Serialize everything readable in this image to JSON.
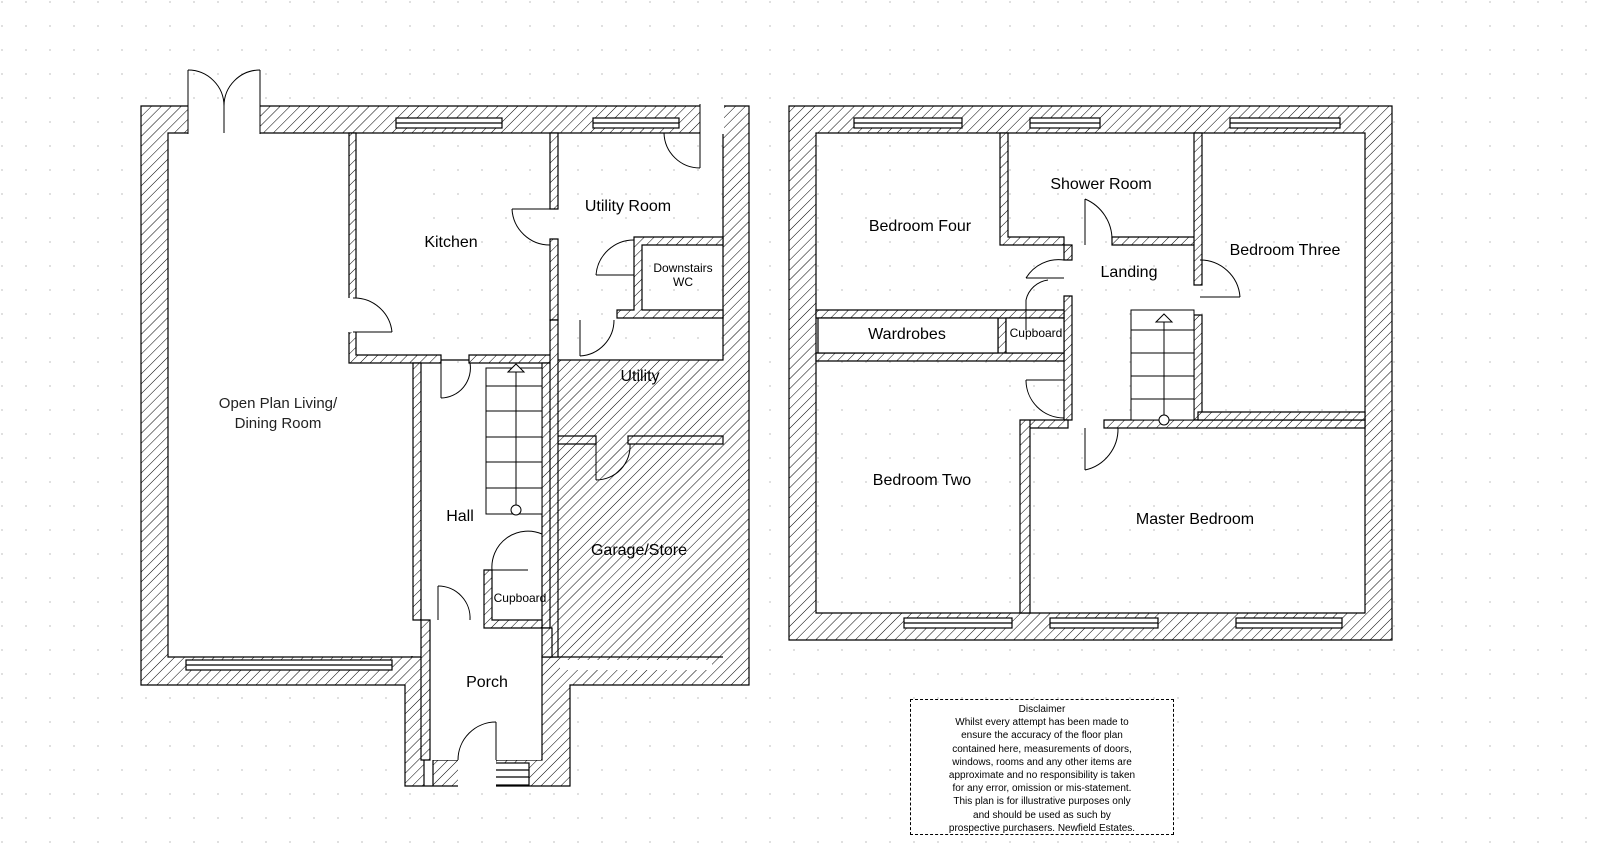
{
  "plans": {
    "ground_floor": {
      "rooms": {
        "living": [
          "Open Plan Living/",
          "Dining Room"
        ],
        "kitchen": "Kitchen",
        "utility_room": "Utility Room",
        "downstairs_wc": [
          "Downstairs",
          "WC"
        ],
        "utility": "Utility",
        "hall": "Hall",
        "cupboard": "Cupboard",
        "garage": "Garage/Store",
        "porch": "Porch"
      }
    },
    "first_floor": {
      "rooms": {
        "bedroom_four": "Bedroom Four",
        "shower_room": "Shower Room",
        "bedroom_three": "Bedroom Three",
        "landing": "Landing",
        "wardrobes": "Wardrobes",
        "cupboard": "Cupboard",
        "bedroom_two": "Bedroom Two",
        "master_bedroom": "Master Bedroom"
      }
    }
  },
  "disclaimer": {
    "title": "Disclaimer",
    "lines": [
      "Whilst every attempt has been made to",
      "ensure the accuracy of the floor plan",
      "contained here, measurements of doors,",
      "windows, rooms and any other items are",
      "approximate and no responsibility is taken",
      "for any error, omission or mis-statement.",
      "This plan is for illustrative purposes only",
      "and should be used as such by",
      "prospective purchasers. Newfield Estates."
    ]
  }
}
